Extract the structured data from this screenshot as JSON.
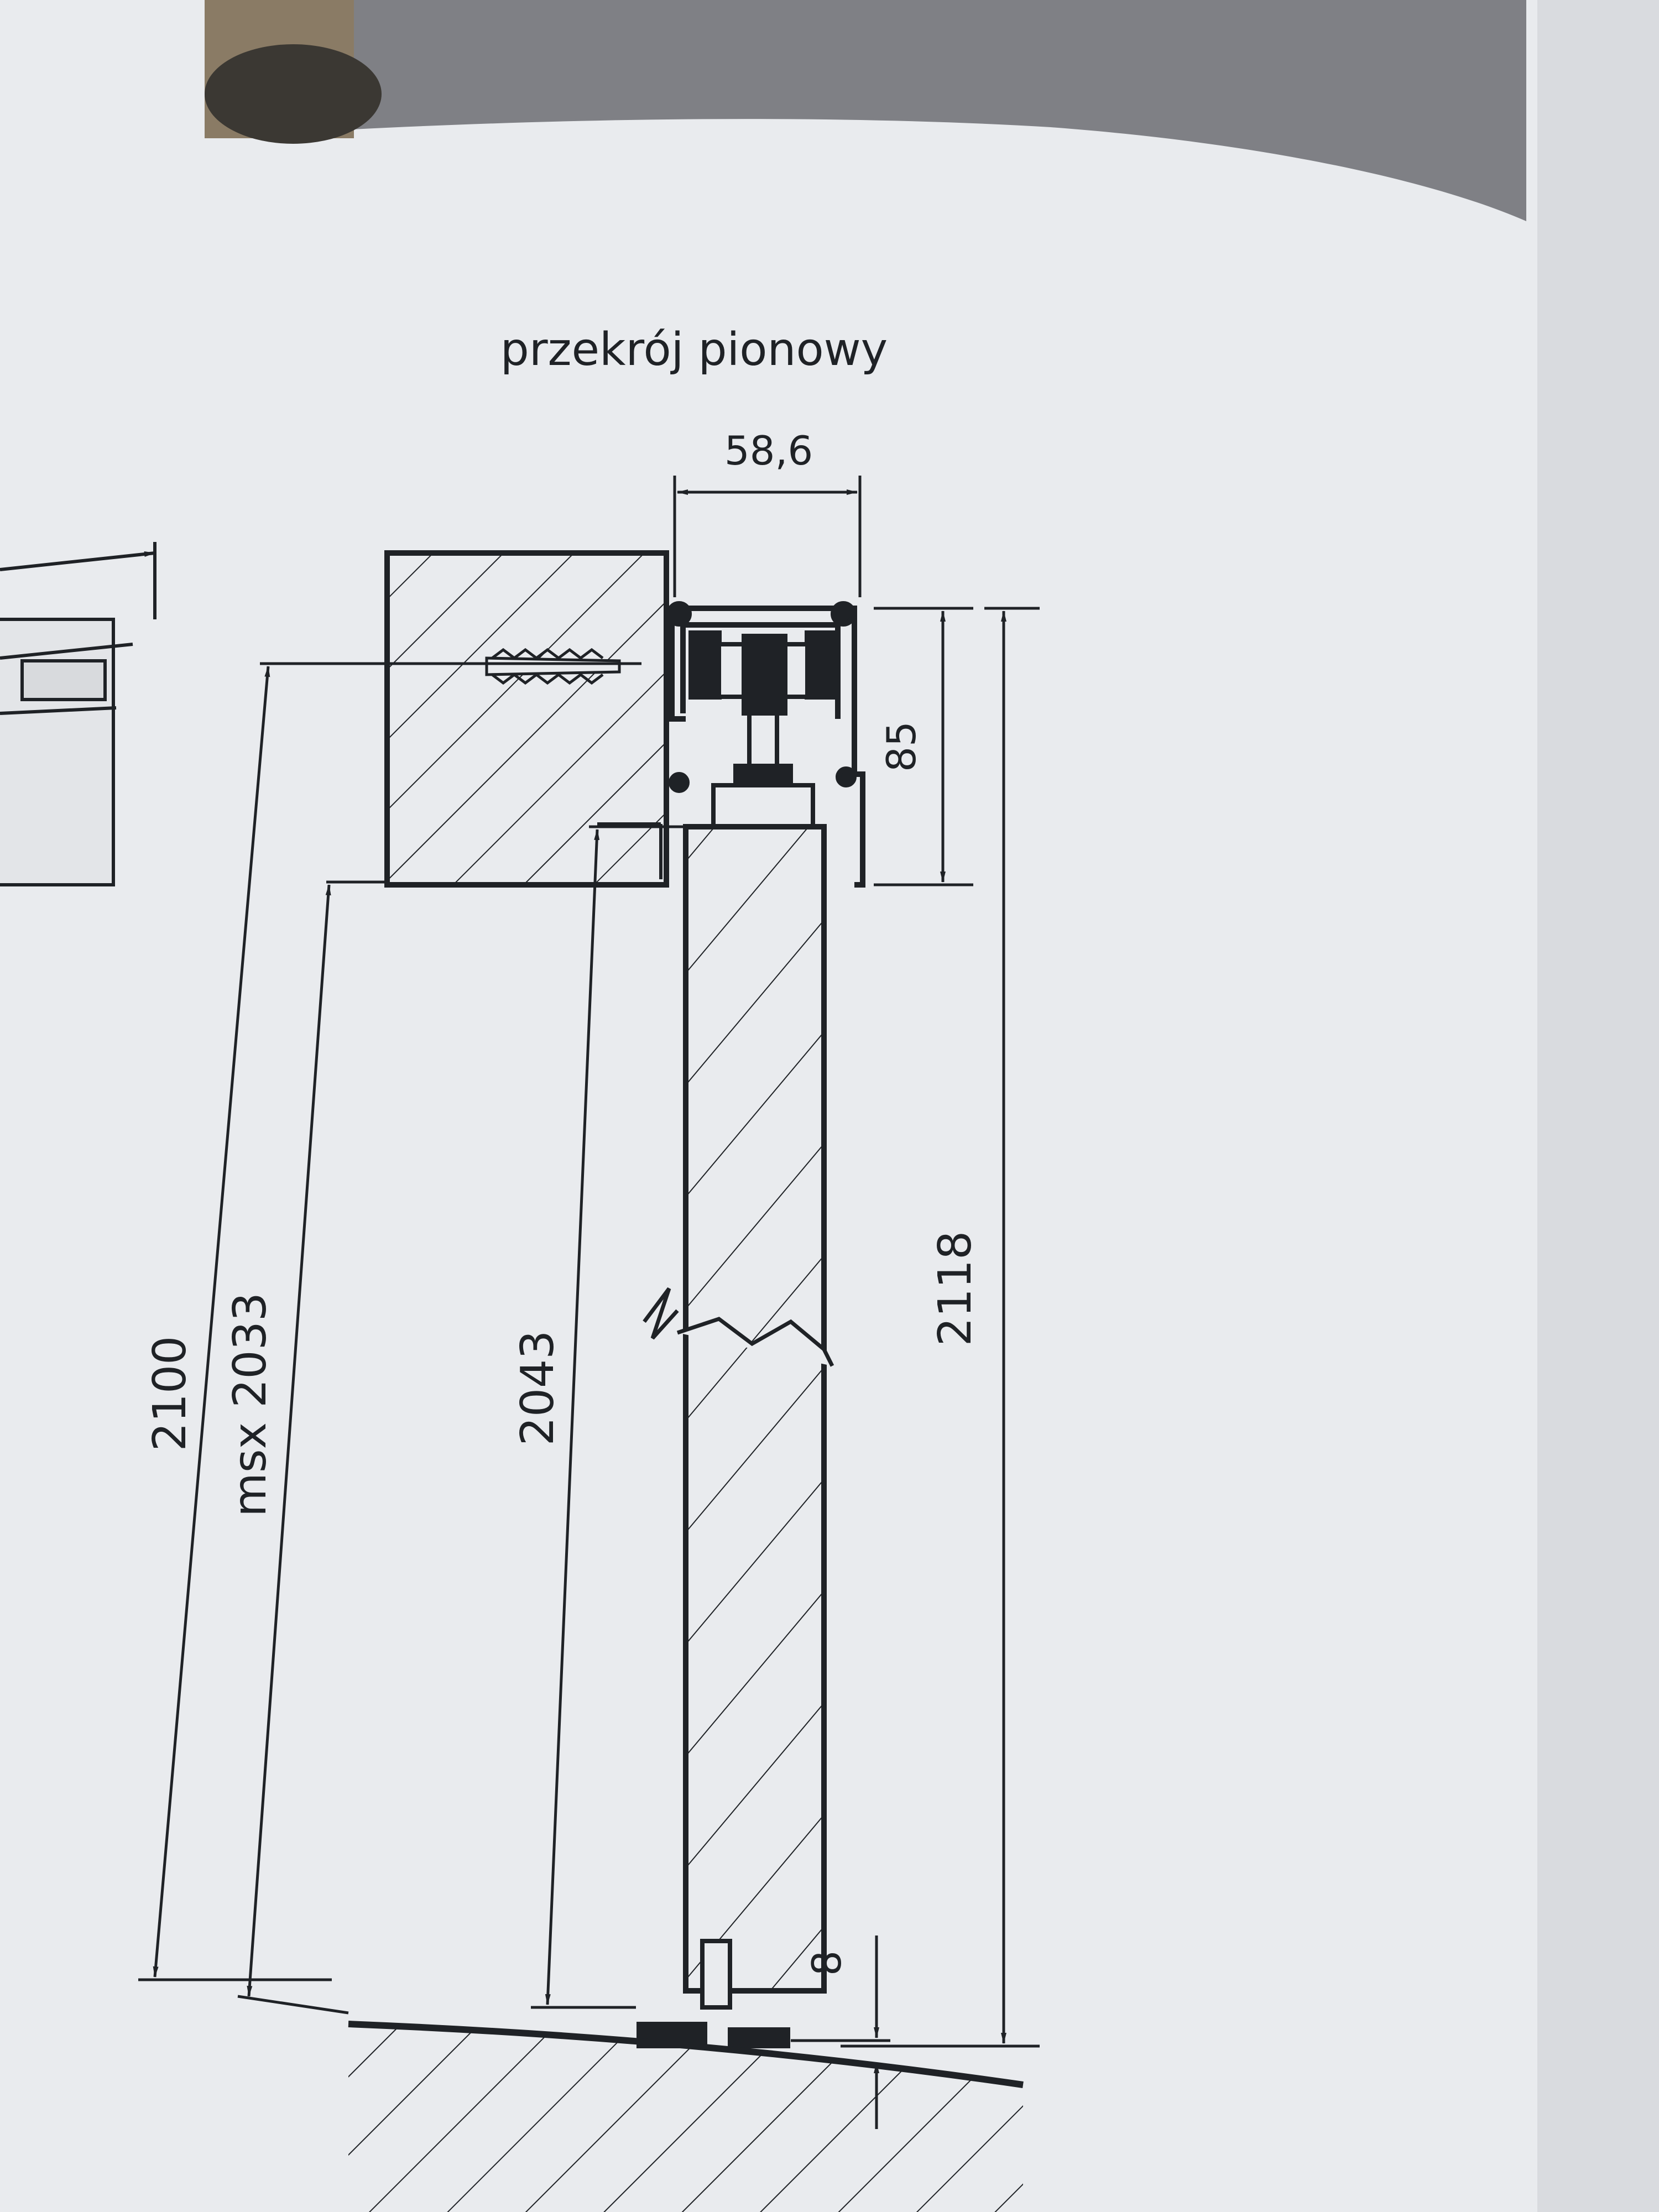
{
  "drawing": {
    "title": "przekrój pionowy",
    "dims": {
      "profile_width": "58,6",
      "rail_height": "85",
      "total_height": "2118",
      "opening_height": "2100",
      "max_door_height": "msx 2033",
      "door_height": "2043",
      "floor_gap": "8"
    }
  },
  "colors": {
    "paper": "#e9ebee",
    "ink": "#1f2226",
    "photo_band": "#7f8085"
  }
}
